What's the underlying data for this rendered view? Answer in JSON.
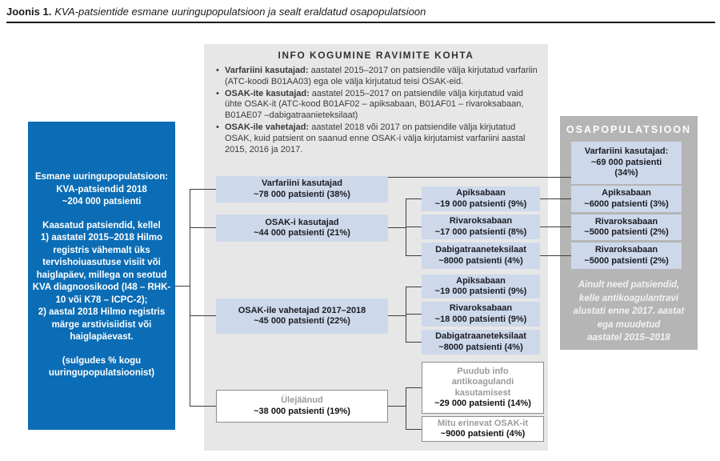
{
  "figure": {
    "label": "Joonis 1.",
    "title": "KVA-patsientide esmane uuringupopulatsioon ja sealt eraldatud osapopulatsioon"
  },
  "info_panel": {
    "header": "INFO KOGUMINE RAVIMITE KOHTA",
    "bullets": [
      {
        "lead": "Varfariini kasutajad:",
        "body": " aastatel 2015–2017 on patsiendile välja kirjutatud varfariin (ATC-koodi B01AA03) ega ole välja kirjutatud teisi OSAK-eid."
      },
      {
        "lead": "OSAK-ite kasutajad:",
        "body": " aastatel 2015–2017 on patsiendile välja kirjutatud vaid ühte OSAK-it (ATC-kood B01AF02 – apiksabaan, B01AF01 – rivaroksabaan, B01AE07 –dabigatraanieteksilaat)"
      },
      {
        "lead": "OSAK-ile vahetajad:",
        "body": " aastatel 2018 või 2017 on patsiendile välja kirjutatud OSAK, kuid patsient on saanud enne OSAK-i välja kirjutamist varfariini aastal 2015, 2016 ja 2017."
      }
    ]
  },
  "primary_population": {
    "heading": "Esmane uuringupopulatsioon:\nKVA-patsiendid 2018\n~204 000 patsienti",
    "criteria": "Kaasatud patsiendid, kellel\n1)  aastatel 2015–2018 Hilmo\nregistris vähemalt üks\ntervishoiuasutuse visiit või\nhaiglapäev, millega on seotud\nKVA diagnoosikood (I48 – RHK-\n10 või K78 – ICPC-2);\n2)  aastal 2018 Hilmo registris\nmärge arstivisiidist või\nhaiglapäevast.",
    "note": "(sulgudes % kogu\nuuringupopulatsioonist)"
  },
  "flow": {
    "varfariini": {
      "title": "Varfariini kasutajad",
      "value": "~78 000 patsienti (38%)"
    },
    "osak": {
      "title": "OSAK-i kasutajad",
      "value": "~44 000 patsienti (21%)"
    },
    "vahetajad": {
      "title": "OSAK-ile vahetajad 2017–2018",
      "value": "~45 000 patsienti (22%)"
    },
    "ylejaanud": {
      "title": "Ülejäänud",
      "value": "~38 000 patsienti (19%)"
    },
    "osak_split": [
      {
        "title": "Apiksabaan",
        "value": "~19 000 patsienti (9%)"
      },
      {
        "title": "Rivaroksabaan",
        "value": "~17 000 patsienti (8%)"
      },
      {
        "title": "Dabigatraaneteksilaat",
        "value": "~8000 patsienti (4%)"
      }
    ],
    "vahetajad_split": [
      {
        "title": "Apiksabaan",
        "value": "~19 000 patsienti (9%)"
      },
      {
        "title": "Rivaroksabaan",
        "value": "~18 000 patsienti (9%)"
      },
      {
        "title": "Dabigatraaneteksilaat",
        "value": "~8000 patsienti (4%)"
      }
    ],
    "ylejaanud_split": [
      {
        "title": "Puudub info\nantikoagulandi\nkasutamisest",
        "value": "~29 000 patsienti (14%)"
      },
      {
        "title": "Mitu erinevat OSAK-it",
        "value": "~9000 patsienti (4%)"
      }
    ]
  },
  "subpopulation": {
    "header": "OSAPOPULATSIOON",
    "boxes": [
      {
        "title": "Varfariini kasutajad:",
        "value": "~69 000 patsienti\n(34%)"
      },
      {
        "title": "Apiksabaan",
        "value": "~6000 patsienti (3%)"
      },
      {
        "title": "Rivaroksabaan",
        "value": "~5000 patsienti (2%)"
      },
      {
        "title": "Rivaroksabaan",
        "value": "~5000 patsienti (2%)"
      }
    ],
    "note": "Ainult need patsiendid,\nkelle antikoagulantravi\nalustati enne 2017. aastat\nega muudetud\naastatel 2015–2018"
  },
  "colors": {
    "primary_blue": "#0b6db5",
    "light_blue": "#cdd9ea",
    "panel_gray": "#e7e7e7",
    "subpanel_gray": "#b5b5b5"
  }
}
